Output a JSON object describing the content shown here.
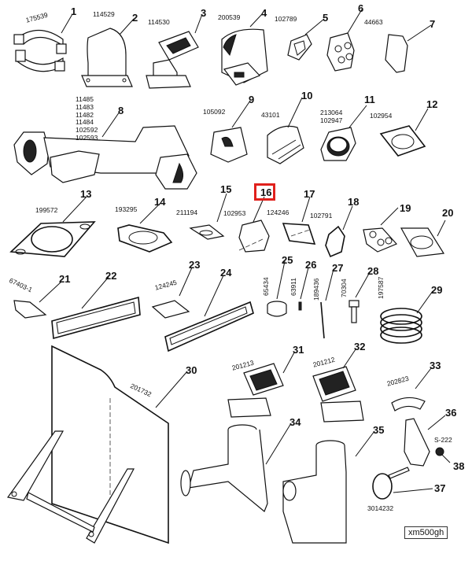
{
  "diagram": {
    "title_tag": "xm500gh",
    "highlighted_callout": "16",
    "highlight_color": "#e0201c",
    "parts": [
      {
        "callout": "1",
        "part_numbers": [
          "175539"
        ],
        "name": "clamp"
      },
      {
        "callout": "2",
        "part_numbers": [
          "114529"
        ],
        "name": "elbow-flange"
      },
      {
        "callout": "3",
        "part_numbers": [
          "114530"
        ],
        "name": "angled-elbow"
      },
      {
        "callout": "4",
        "part_numbers": [
          "200539"
        ],
        "name": "elbow-housing"
      },
      {
        "callout": "5",
        "part_numbers": [
          "102789"
        ],
        "name": "gasket"
      },
      {
        "callout": "6",
        "part_numbers": [
          "44663"
        ],
        "name": "plate"
      },
      {
        "callout": "7",
        "part_numbers": [],
        "name": "cover-plate"
      },
      {
        "callout": "8",
        "part_numbers": [
          "11485",
          "11483",
          "11482",
          "11484",
          "102592",
          "102593"
        ],
        "name": "exhaust-manifold"
      },
      {
        "callout": "9",
        "part_numbers": [
          "105092"
        ],
        "name": "outlet"
      },
      {
        "callout": "10",
        "part_numbers": [
          "43101"
        ],
        "name": "outlet-elbow"
      },
      {
        "callout": "11",
        "part_numbers": [
          "213064",
          "102947"
        ],
        "name": "adapter-flange"
      },
      {
        "callout": "12",
        "part_numbers": [
          "102954"
        ],
        "name": "gasket"
      },
      {
        "callout": "13",
        "part_numbers": [
          "199572"
        ],
        "name": "gasket"
      },
      {
        "callout": "14",
        "part_numbers": [
          "193295"
        ],
        "name": "gasket"
      },
      {
        "callout": "15",
        "part_numbers": [
          "211194"
        ],
        "name": "gasket"
      },
      {
        "callout": "16",
        "part_numbers": [
          "102953"
        ],
        "name": "gasket"
      },
      {
        "callout": "17",
        "part_numbers": [
          "124246"
        ],
        "name": "gasket"
      },
      {
        "callout": "18",
        "part_numbers": [
          "102791"
        ],
        "name": "gasket"
      },
      {
        "callout": "19",
        "part_numbers": [],
        "name": "gasket"
      },
      {
        "callout": "20",
        "part_numbers": [],
        "name": "gasket"
      },
      {
        "callout": "21",
        "part_numbers": [
          "67403-1"
        ],
        "name": "gasket"
      },
      {
        "callout": "22",
        "part_numbers": [],
        "name": "gasket"
      },
      {
        "callout": "23",
        "part_numbers": [
          "124245"
        ],
        "name": "cover"
      },
      {
        "callout": "24",
        "part_numbers": [],
        "name": "gasket"
      },
      {
        "callout": "25",
        "part_numbers": [
          "65434"
        ],
        "name": "spacer"
      },
      {
        "callout": "26",
        "part_numbers": [
          "63911"
        ],
        "name": "stud"
      },
      {
        "callout": "27",
        "part_numbers": [
          "189436"
        ],
        "name": "long-stud"
      },
      {
        "callout": "28",
        "part_numbers": [
          "70304"
        ],
        "name": "bolt"
      },
      {
        "callout": "29",
        "part_numbers": [
          "197587"
        ],
        "name": "flex-bellows"
      },
      {
        "callout": "30",
        "part_numbers": [
          "201732"
        ],
        "name": "heat-shield"
      },
      {
        "callout": "31",
        "part_numbers": [
          "201213"
        ],
        "name": "angled-outlet"
      },
      {
        "callout": "32",
        "part_numbers": [
          "201212"
        ],
        "name": "angled-outlet"
      },
      {
        "callout": "33",
        "part_numbers": [
          "202823"
        ],
        "name": "elbow"
      },
      {
        "callout": "34",
        "part_numbers": [],
        "name": "exhaust-pipe-elbow"
      },
      {
        "callout": "35",
        "part_numbers": [],
        "name": "exhaust-riser"
      },
      {
        "callout": "36",
        "part_numbers": [],
        "name": "bracket"
      },
      {
        "callout": "37",
        "part_numbers": [
          "3014232"
        ],
        "name": "lifting-eye"
      },
      {
        "callout": "38",
        "part_numbers": [
          "S-222"
        ],
        "name": "nut"
      }
    ]
  }
}
